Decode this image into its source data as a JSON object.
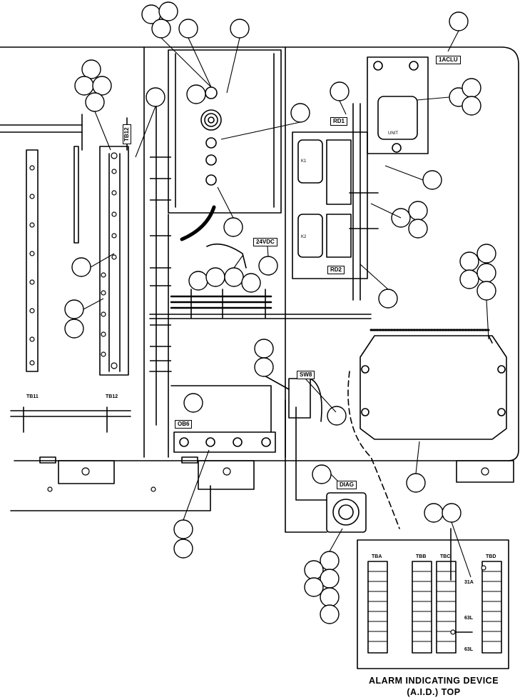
{
  "labels": {
    "tb12_vertical": "TB12",
    "tb11_bottom": "TB11",
    "tb12_bottom": "TB12",
    "rd1": "RD1",
    "rd2": "RD2",
    "unit_clu": "1ACLU",
    "vdc24": "24VDC",
    "sw8": "SW8",
    "ob6": "OB6",
    "diag": "DIAG",
    "tba": "TBA",
    "tbb": "TBB",
    "tbc": "TBC",
    "tbd": "TBD",
    "wire_31a": "31A",
    "wire_63l_upper": "63L",
    "wire_63l_lower": "63L"
  },
  "caption": {
    "line1": "ALARM INDICATING DEVICE",
    "line2": "(A.I.D.) TOP"
  },
  "callout_count": 52
}
